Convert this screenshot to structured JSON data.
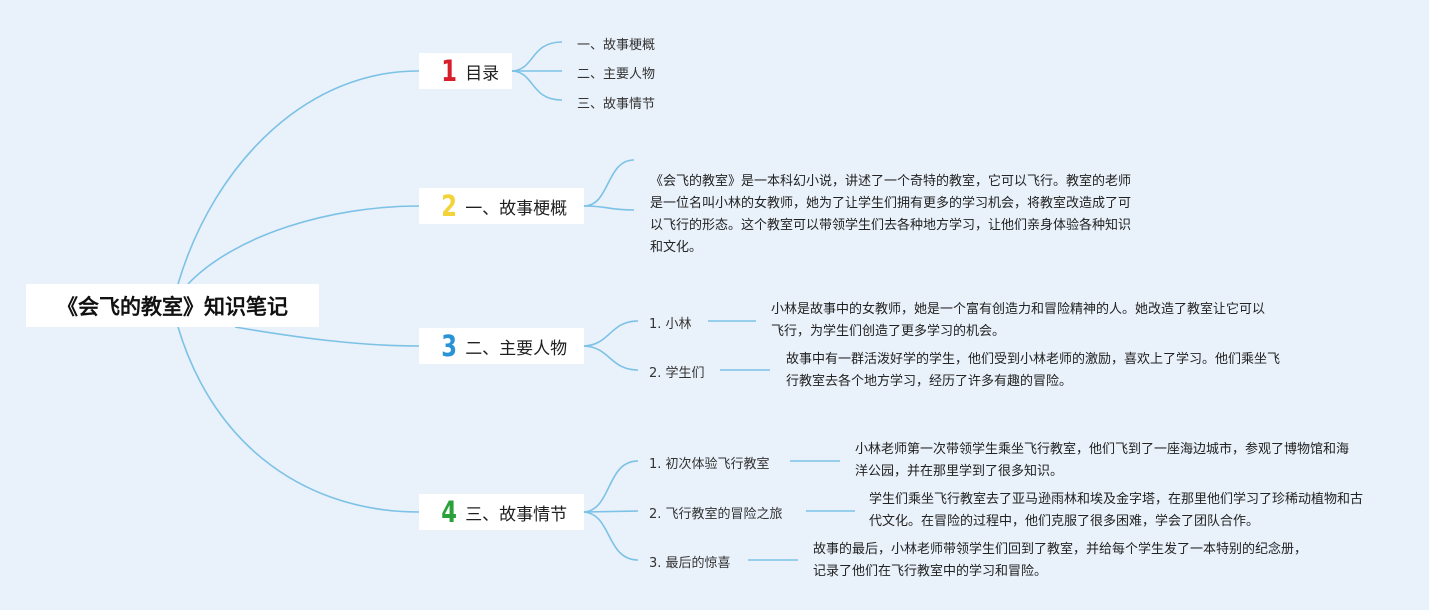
{
  "root": {
    "title": "《会飞的教室》知识笔记"
  },
  "colors": {
    "line": "#7cc2e6",
    "background": "#e9f1fa",
    "badge1": "#d81e2b",
    "badge2": "#f2d33a",
    "badge3": "#2a93d5",
    "badge4": "#2aa13a"
  },
  "branch1": {
    "number": "1",
    "label": "目录",
    "items": [
      "一、故事梗概",
      "二、主要人物",
      "三、故事情节"
    ]
  },
  "branch2": {
    "number": "2",
    "label": "一、故事梗概",
    "text": "《会飞的教室》是一本科幻小说，讲述了一个奇特的教室，它可以飞行。教室的老师是一位名叫小林的女教师，她为了让学生们拥有更多的学习机会，将教室改造成了可以飞行的形态。这个教室可以带领学生们去各种地方学习，让他们亲身体验各种知识和文化。"
  },
  "branch3": {
    "number": "3",
    "label": "二、主要人物",
    "items": [
      {
        "label": "1. 小林",
        "text": "小林是故事中的女教师，她是一个富有创造力和冒险精神的人。她改造了教室让它可以飞行，为学生们创造了更多学习的机会。"
      },
      {
        "label": "2. 学生们",
        "text": "故事中有一群活泼好学的学生，他们受到小林老师的激励，喜欢上了学习。他们乘坐飞行教室去各个地方学习，经历了许多有趣的冒险。"
      }
    ]
  },
  "branch4": {
    "number": "4",
    "label": "三、故事情节",
    "items": [
      {
        "label": "1. 初次体验飞行教室",
        "text": "小林老师第一次带领学生乘坐飞行教室，他们飞到了一座海边城市，参观了博物馆和海洋公园，并在那里学到了很多知识。"
      },
      {
        "label": "2. 飞行教室的冒险之旅",
        "text": "学生们乘坐飞行教室去了亚马逊雨林和埃及金字塔，在那里他们学习了珍稀动植物和古代文化。在冒险的过程中，他们克服了很多困难，学会了团队合作。"
      },
      {
        "label": "3. 最后的惊喜",
        "text": "故事的最后，小林老师带领学生们回到了教室，并给每个学生发了一本特别的纪念册，记录了他们在飞行教室中的学习和冒险。"
      }
    ]
  }
}
